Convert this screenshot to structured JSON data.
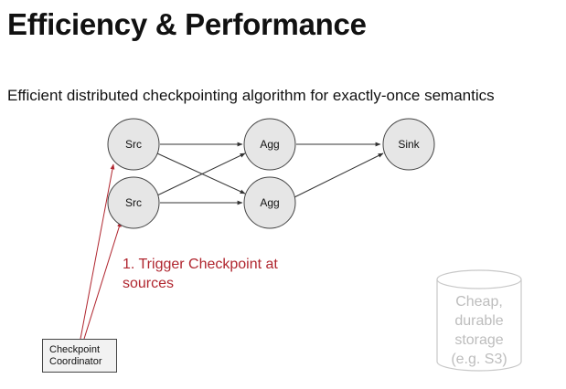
{
  "title": "Efficiency & Performance",
  "subtitle": "Efficient distributed checkpointing algorithm for exactly-once semantics",
  "nodes": {
    "src1": "Src",
    "src2": "Src",
    "agg1": "Agg",
    "agg2": "Agg",
    "sink": "Sink"
  },
  "trigger": {
    "line1": "1. Trigger Checkpoint at",
    "line2": "sources"
  },
  "coordinator": {
    "line1": "Checkpoint",
    "line2": "Coordinator"
  },
  "storage": {
    "line1": "Cheap,",
    "line2": "durable",
    "line3": "storage",
    "line4": "(e.g. S3)"
  },
  "colors": {
    "trigger": "#b0262f",
    "node_fill": "#e6e6e6",
    "storage_gray": "#bdbdbd"
  }
}
